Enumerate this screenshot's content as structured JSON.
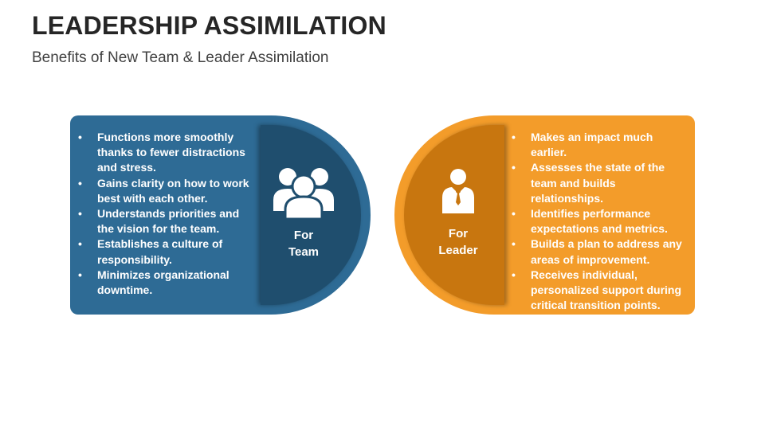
{
  "header": {
    "title": "LEADERSHIP ASSIMILATION",
    "subtitle": "Benefits of New Team & Leader Assimilation"
  },
  "team": {
    "label_line1": "For",
    "label_line2": "Team",
    "icon": "group-icon",
    "color": "#2e6b95",
    "accent_color": "#1f4e6e",
    "items": [
      "Functions more smoothly thanks to fewer distractions and stress.",
      "Gains clarity on how to work best with each other.",
      "Understands priorities and the vision for the team.",
      "Establishes a culture of responsibility.",
      "Minimizes organizational downtime."
    ]
  },
  "leader": {
    "label_line1": "For",
    "label_line2": "Leader",
    "icon": "businessman-icon",
    "color": "#f39c2a",
    "accent_color": "#c8760f",
    "items": [
      "Makes an impact much earlier.",
      "Assesses the state of the team and builds relationships.",
      "Identifies performance expectations and metrics.",
      "Builds a plan to address any areas of improvement.",
      "Receives individual, personalized support during critical transition points."
    ]
  }
}
